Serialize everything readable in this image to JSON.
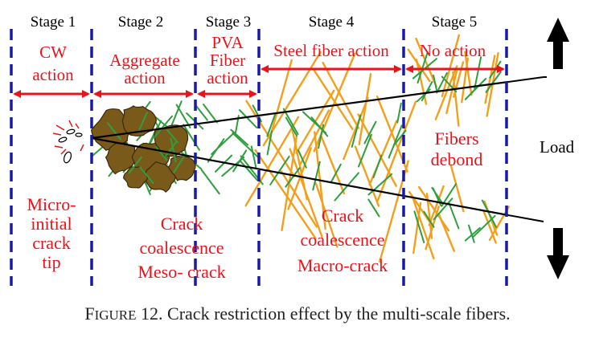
{
  "stages": [
    {
      "title": "Stage 1",
      "action": [
        "CW",
        "action"
      ],
      "description": [
        "Micro-",
        "initial",
        "crack",
        "tip"
      ]
    },
    {
      "title": "Stage 2",
      "action": [
        "Aggregate",
        "action"
      ],
      "description": [
        "Crack",
        "coalescence",
        "Meso- crack"
      ]
    },
    {
      "title": "Stage 3",
      "action": [
        "PVA",
        "Fiber",
        "action"
      ],
      "description": []
    },
    {
      "title": "Stage 4",
      "action": [
        "Steel fiber action"
      ],
      "description": [
        "Crack",
        "coalescence",
        "Macro-crack"
      ]
    },
    {
      "title": "Stage 5",
      "action": [
        "No action"
      ],
      "description": [
        "Fibers",
        "debond"
      ]
    }
  ],
  "load_label": "Load",
  "caption": {
    "prefix_big": "F",
    "prefix_small": "IGURE",
    "text": " 12. Crack restriction effect by the multi-scale fibers."
  },
  "colors": {
    "accent_red": "#e8141b",
    "divider_blue": "#1a1aa8",
    "pva_green": "#2e9e3e",
    "steel_orange": "#f2a01c",
    "aggregate_brown": "#7a5a1a",
    "crack_black": "#000000"
  }
}
